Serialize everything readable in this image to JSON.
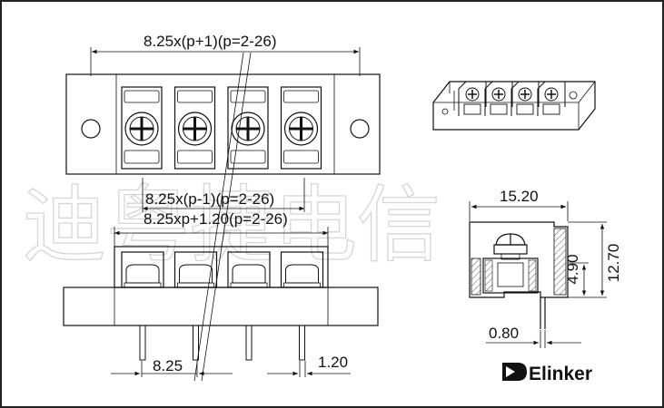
{
  "dimensions": {
    "overall_width": "8.25x(p+1)(p=2-26)",
    "inner_width": "8.25x(p-1)(p=2-26)",
    "base_width": "8.25xp+1.20(p=2-26)",
    "pitch": "8.25",
    "pin_width": "1.20",
    "depth": "15.20",
    "height": "12.70",
    "pin_height": "4.90",
    "pin_thickness": "0.80"
  },
  "watermark": "迪粤捷电信",
  "brand": {
    "name": "Elinker"
  },
  "poles": 4,
  "colors": {
    "line": "#111111",
    "hatch": "#555555",
    "watermark": "#d6d6d6"
  }
}
